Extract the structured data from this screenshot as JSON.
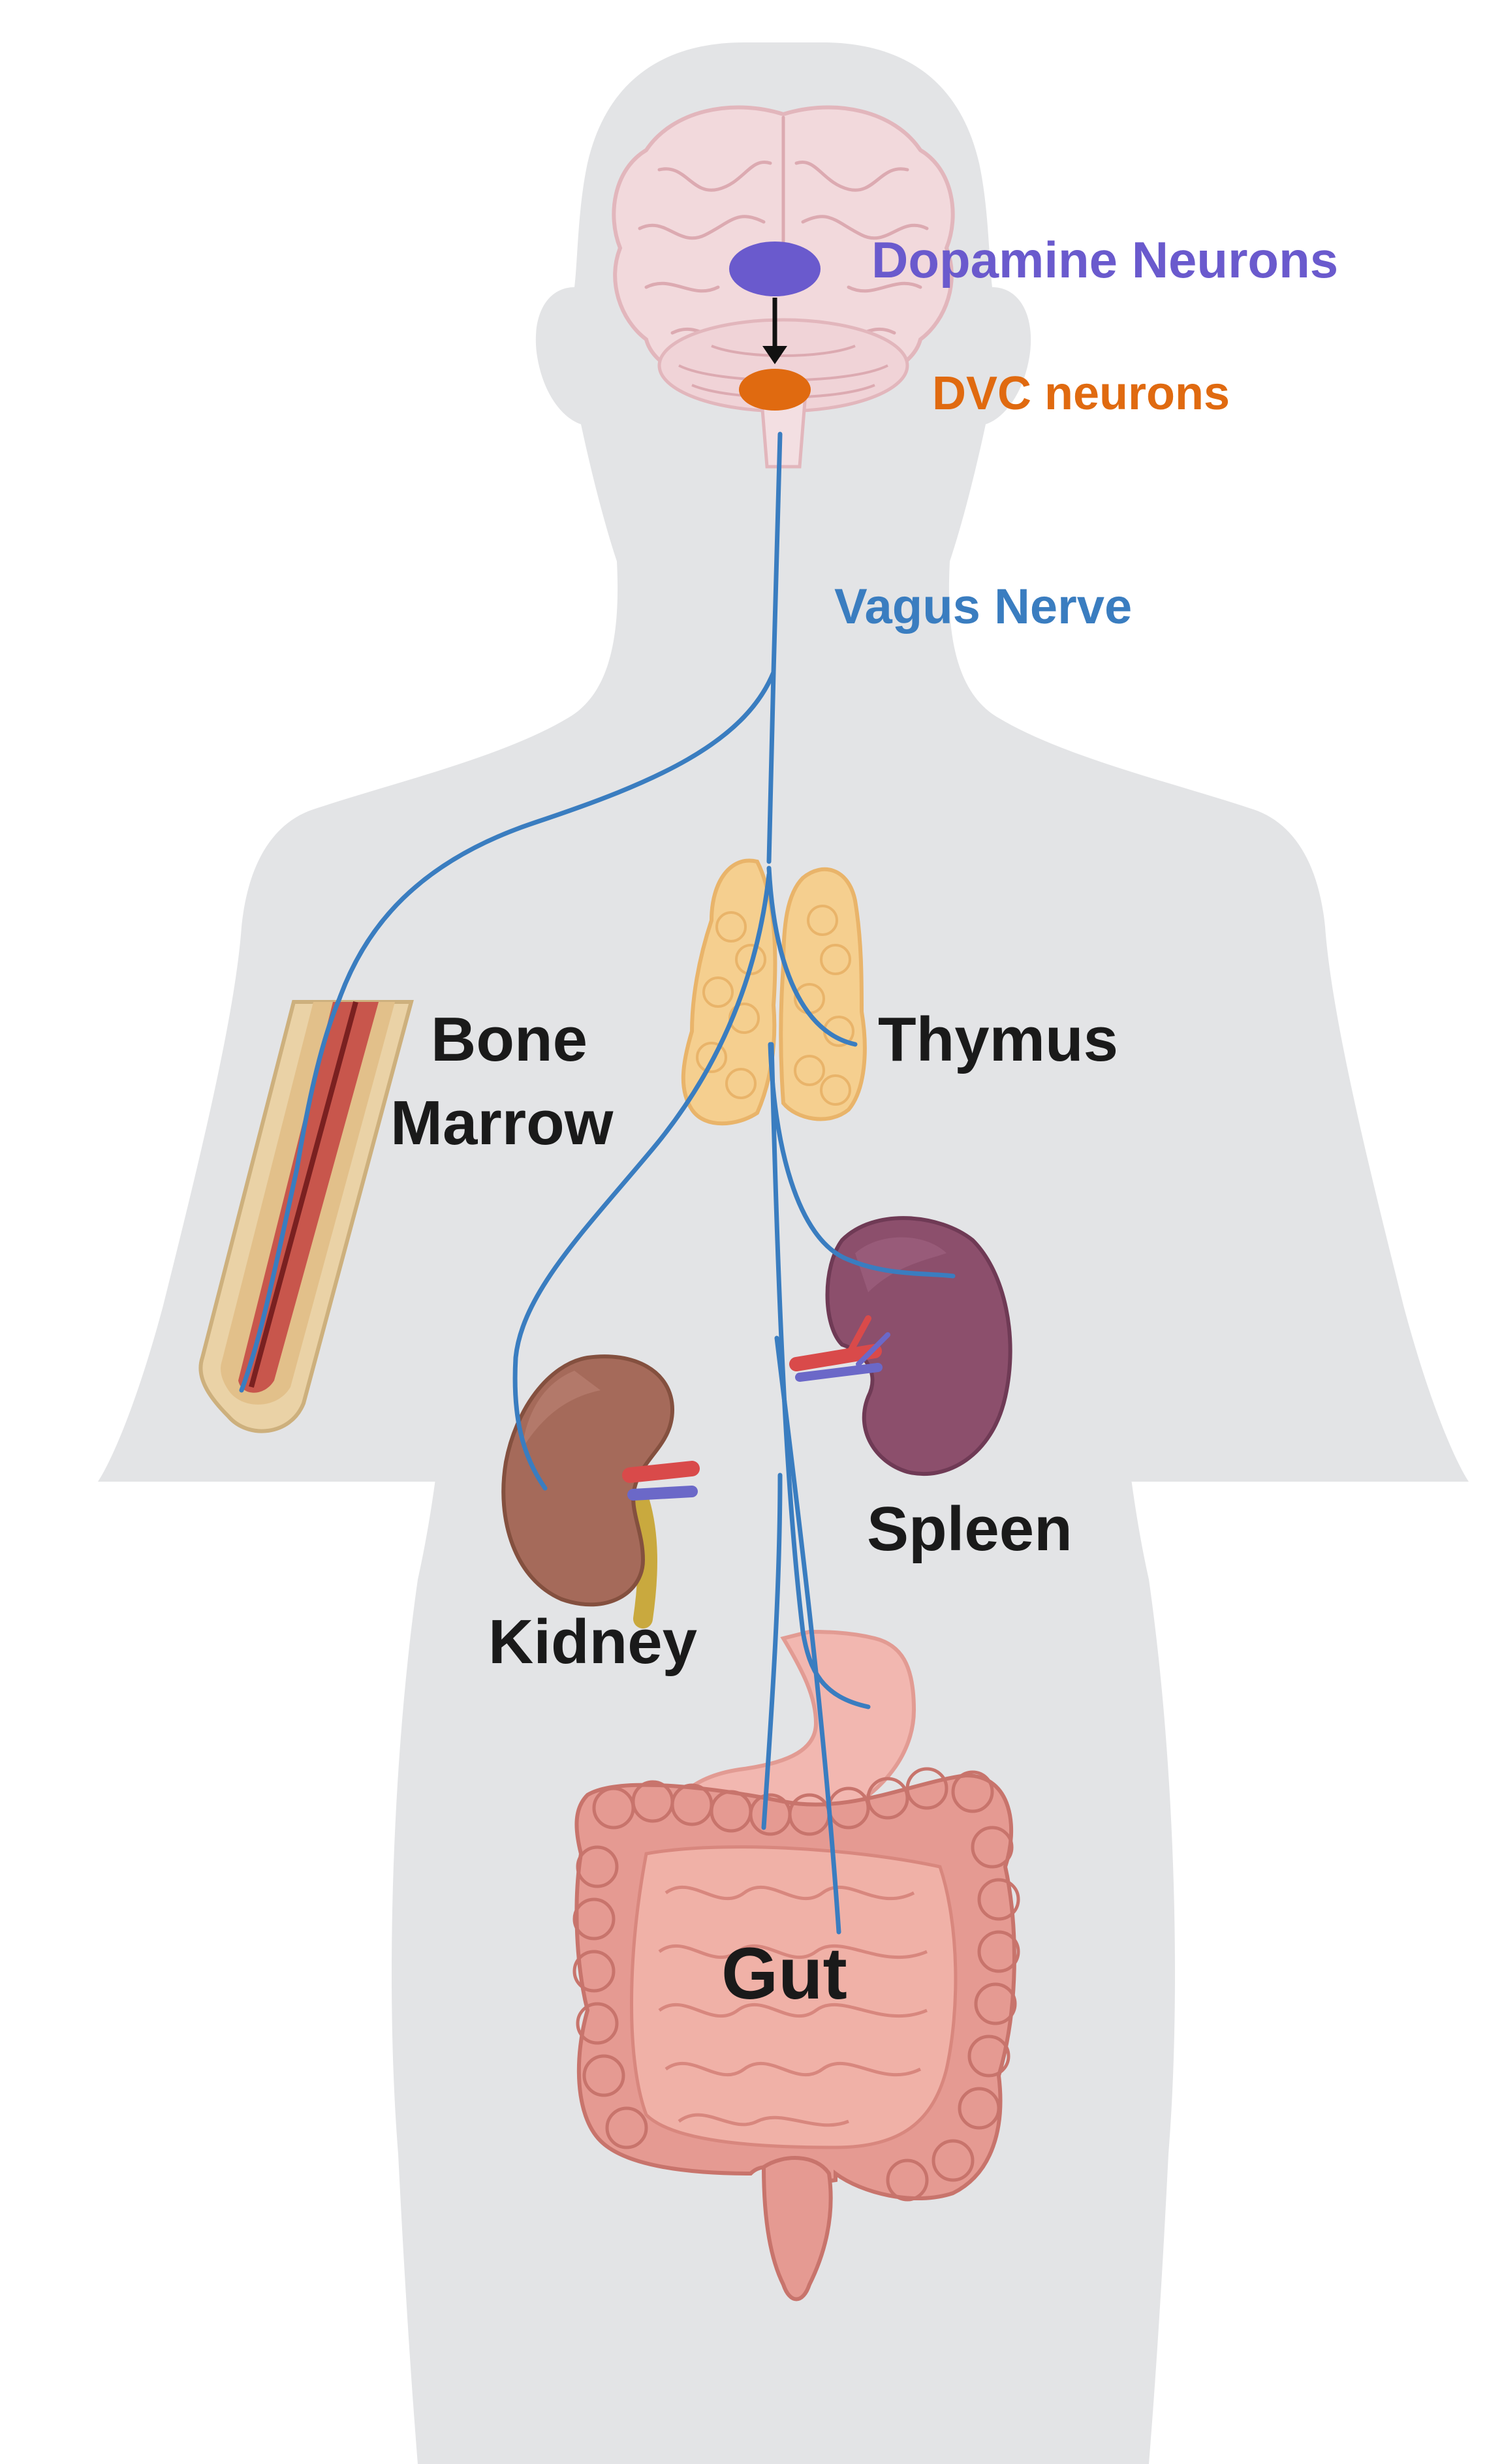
{
  "labels": {
    "dopamine": "Dopamine Neurons",
    "dvc": "DVC neurons",
    "vagus": "Vagus Nerve",
    "bone_line1": "Bone",
    "bone_line2": "Marrow",
    "thymus": "Thymus",
    "spleen": "Spleen",
    "kidney": "Kidney",
    "gut": "Gut"
  },
  "colors": {
    "body_silhouette": "#e3e4e6",
    "dopamine": "#6a5acd",
    "dvc": "#e06a10",
    "vagus": "#3a7dc0",
    "organ_label": "#1a1a1a",
    "brain": "#f2d9dc",
    "thymus": "#f5cf8f",
    "spleen": "#8c4f6c",
    "kidney": "#a56a5a",
    "intestine": "#e59a92",
    "stomach": "#f2b7b0",
    "bone_outer": "#ead2a6",
    "bone_inner": "#c8564c"
  }
}
